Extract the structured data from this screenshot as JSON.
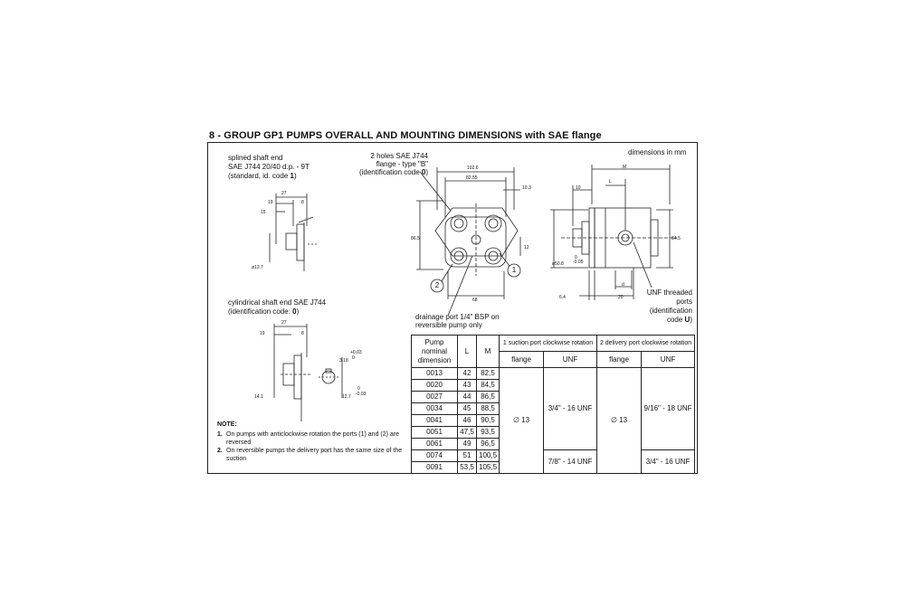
{
  "title": "8 - GROUP GP1 PUMPS OVERALL AND MOUNTING DIMENSIONS with SAE flange",
  "units_note": "dimensions in mm",
  "splined": {
    "line1": "splined shaft end",
    "line2": "SAE J744 20/40 d.p. - 9T",
    "line3a": "(standard, id. code ",
    "line3b": "1",
    "line3c": ")",
    "dims": [
      "27",
      "19",
      "8",
      "15",
      "ø12.7"
    ]
  },
  "cylindrical": {
    "line1": "cylindrical shaft end SAE J744",
    "line2a": "(identification code: ",
    "line2b": "0",
    "line2c": ")",
    "dims": [
      "27",
      "19",
      "8",
      "3.18",
      "+0.03",
      "0",
      "14.1",
      "12.7",
      "0",
      "-0.03"
    ]
  },
  "flange_view": {
    "callout1": "2 holes SAE J744",
    "callout2": "flange - type \"B\"",
    "callout3a": "(identification code ",
    "callout3b": "0",
    "callout3c": ")",
    "dims": [
      "102.6",
      "82.55",
      "10.3",
      "86.5",
      "12",
      "68"
    ],
    "port1": "1",
    "port2": "2",
    "drain1": "drainage port 1/4\" BSP on",
    "drain2": "reversible pump only"
  },
  "side_view": {
    "dims": [
      "M",
      "L",
      "10",
      "84.5",
      "ø50.8",
      "0",
      "-0.05",
      "d",
      "6.4",
      "20"
    ],
    "unf1": "UNF threaded",
    "unf2": "ports",
    "unf3": "(identification",
    "unf4a": "code ",
    "unf4b": "U",
    "unf4c": ")"
  },
  "table": {
    "h_pump": "Pump nominal dimension",
    "h_L": "L",
    "h_M": "M",
    "h_suction": "1 suction port clockwise rotation",
    "h_delivery": "2 delivery port clockwise rotation",
    "h_flange": "flange",
    "h_unf": "UNF",
    "rows": [
      {
        "pump": "0013",
        "L": "42",
        "M": "82,5"
      },
      {
        "pump": "0020",
        "L": "43",
        "M": "84,5"
      },
      {
        "pump": "0027",
        "L": "44",
        "M": "86,5"
      },
      {
        "pump": "0034",
        "L": "45",
        "M": "88,5"
      },
      {
        "pump": "0041",
        "L": "46",
        "M": "90,5"
      },
      {
        "pump": "0051",
        "L": "47,5",
        "M": "93,5"
      },
      {
        "pump": "0061",
        "L": "49",
        "M": "96,5"
      },
      {
        "pump": "0074",
        "L": "51",
        "M": "100,5"
      },
      {
        "pump": "0091",
        "L": "53,5",
        "M": "105,5"
      }
    ],
    "suction_flange": "∅ 13",
    "suction_unf_a": "3/4\" - 16 UNF",
    "suction_unf_b": "7/8\" - 14 UNF",
    "delivery_flange": "∅ 13",
    "delivery_unf_a": "9/16\" - 18 UNF",
    "delivery_unf_b": "3/4\" - 16 UNF"
  },
  "notes": {
    "heading": "NOTE:",
    "items": [
      {
        "n": "1.",
        "text": "On pumps with anticlockwise rotation the ports (1) and (2) are reversed"
      },
      {
        "n": "2.",
        "text": "On reversible pumps the delivery port has the same size of the suction"
      }
    ]
  }
}
